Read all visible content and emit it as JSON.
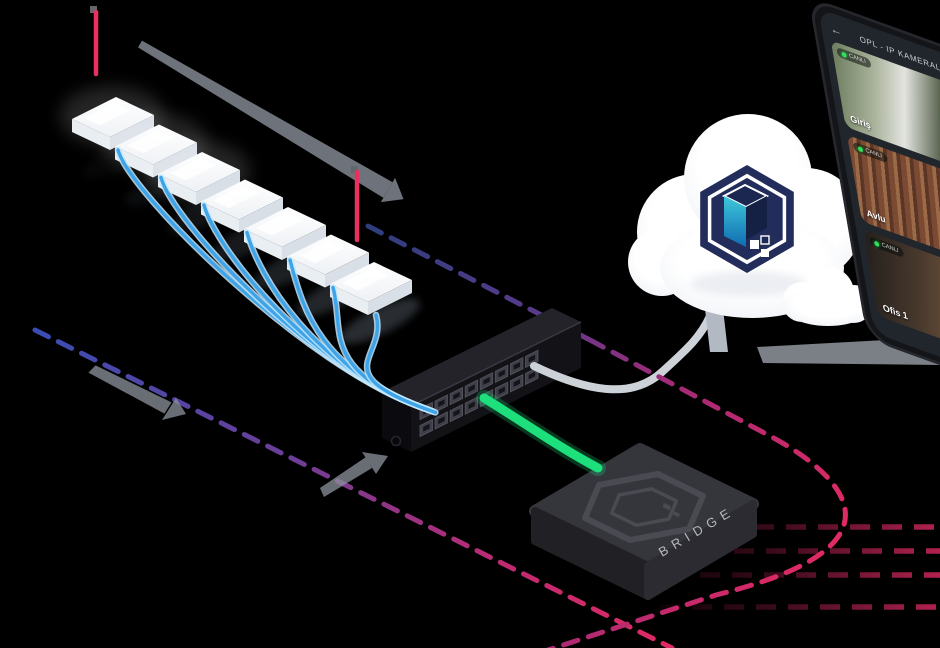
{
  "keypad_row": {
    "count": 7,
    "device": "wall-keypad"
  },
  "network_switch": {
    "port_rows": 2,
    "port_columns": 8
  },
  "bridge": {
    "label": "BRIDGE"
  },
  "cloud": {
    "logo": "hexagon-pixel-cube-logo"
  },
  "phone_app": {
    "back_icon": "←",
    "title": "OPL - IP KAMERALAR",
    "live_label": "CANLI",
    "menu_icon": "•••",
    "cards": [
      {
        "label": "Giriş"
      },
      {
        "label": "Avlu"
      },
      {
        "label": "Ofis 1"
      }
    ]
  },
  "colors": {
    "cable_blue": "#3DA4EA",
    "cable_green": "#1DE07C",
    "cable_gray": "#CDD2D9",
    "bus_dash_start": "#2E3D7E",
    "bus_dash_mid": "#6B3E97",
    "bus_dash_end": "#E02A63",
    "pin_crimson": "#E8315F",
    "cloud_logo_navy": "#222D5C",
    "cloud_logo_blue": "#1590D2",
    "switch_body": "#232329",
    "bridge_body": "#35353C",
    "live_green": "#2EE25B"
  }
}
